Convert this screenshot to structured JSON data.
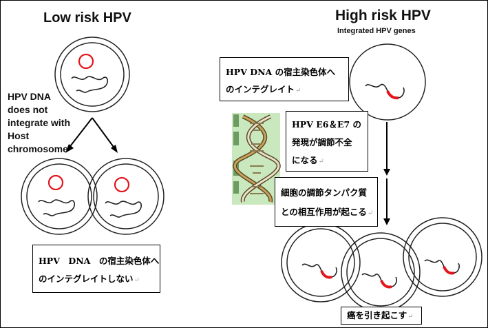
{
  "left": {
    "title": "Low risk HPV",
    "note_lines": [
      "HPV DNA",
      "does not",
      "integrate with",
      "Host",
      "chromosome"
    ],
    "box_lines": [
      "HPV　DNA　の宿主染色体へ",
      "のインテグレイトしない"
    ]
  },
  "right": {
    "title": "High risk HPV",
    "subtitle": "Integrated HPV genes",
    "box1_lines": [
      "HPV DNA の宿主染色体へ",
      "のインテグレイト"
    ],
    "box2_lines": [
      "HPV E6＆E7 の",
      "発現が調節不全",
      "になる"
    ],
    "box3_lines": [
      "細胞の調節タンパク質",
      "との相互作用が起こる"
    ],
    "box4_lines": [
      "癌を引き起こす"
    ]
  },
  "glyphs": {
    "return_mark": "↵"
  },
  "colors": {
    "integrated_dna": "#e4141c",
    "episome_ring": "#e4141c",
    "helix_backdrop": "#c9e8bd",
    "helix_strand": "#c9a35a"
  }
}
